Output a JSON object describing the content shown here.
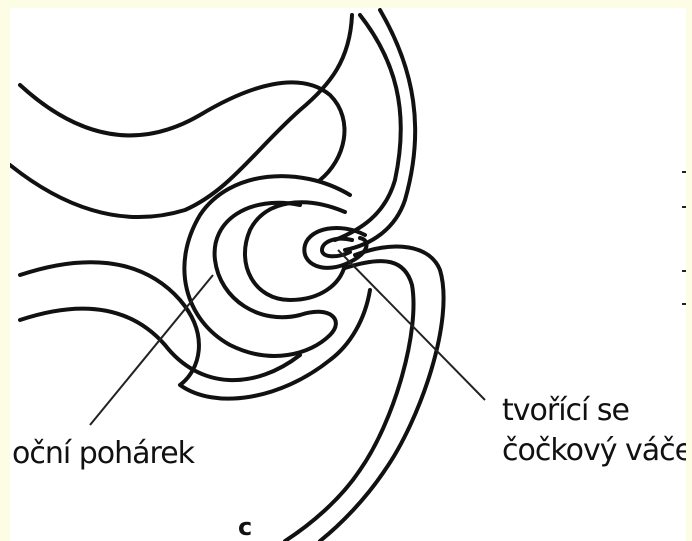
{
  "labels": {
    "cup": "oční pohárek",
    "vesicle_line1": "tvořící se",
    "vesicle_line2": "čočkový váček",
    "panel": "c"
  }
}
